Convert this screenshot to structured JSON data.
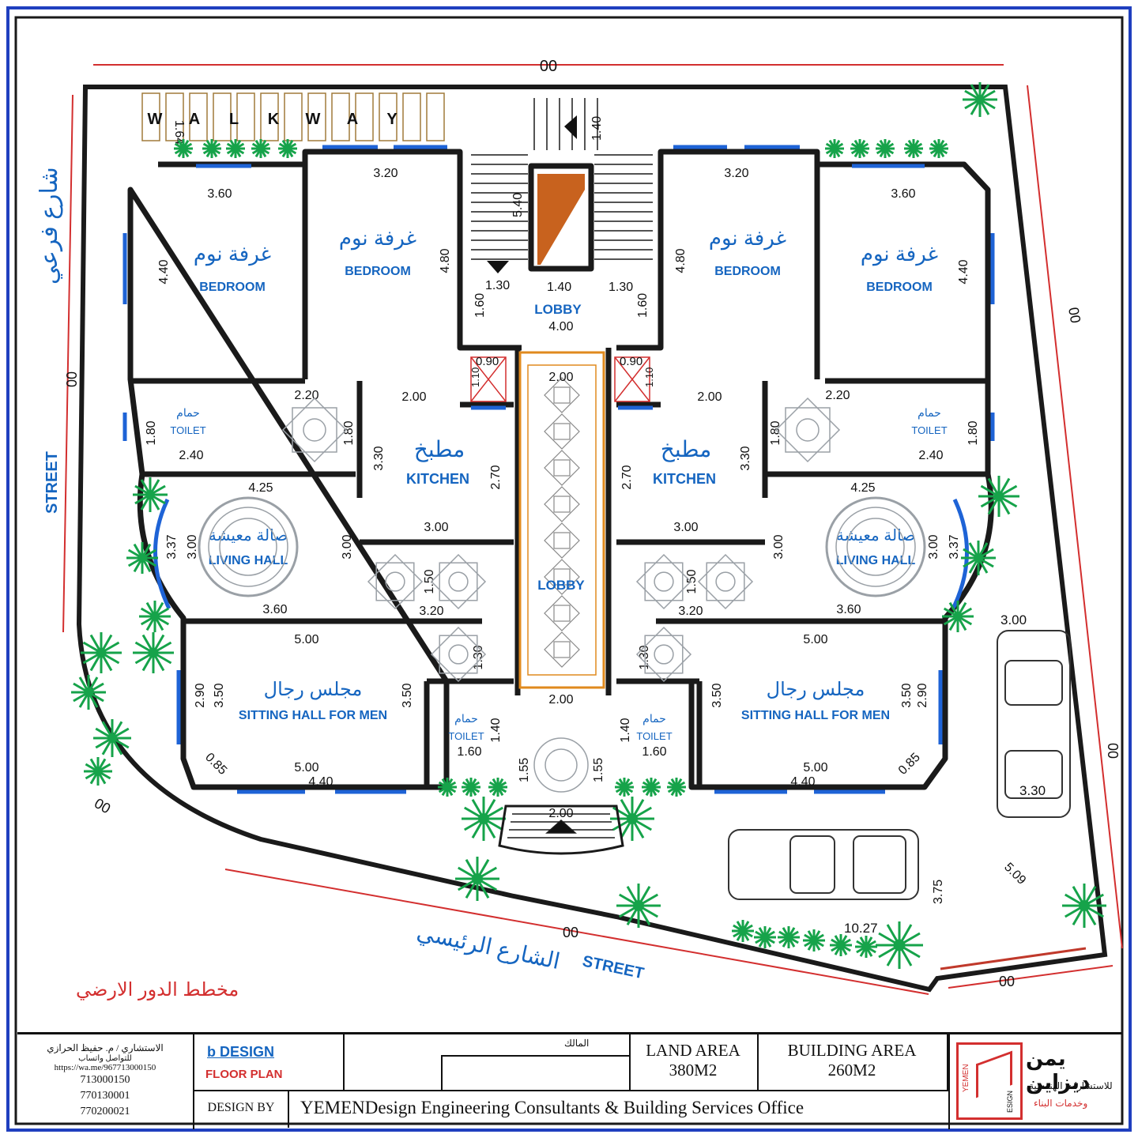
{
  "colors": {
    "frame": "#1f3fbf",
    "wall": "#1a1a1a",
    "text_blue": "#1565c0",
    "text_red": "#d32f2f",
    "tree": "#16a34a",
    "window": "#1e63d6",
    "stair_core": "#c8621e",
    "lobby_border": "#e08a1e",
    "dimension_red": "#d32f2f"
  },
  "plan": {
    "top_dimension": "00",
    "walkway_letters": [
      "W",
      "A",
      "L",
      "K",
      "W",
      "A",
      "Y"
    ],
    "walkway_width": "1.64",
    "stair_dims": [
      "1.40",
      "5.40",
      "1.30",
      "1.40",
      "1.30"
    ],
    "lobby_top": {
      "label": "LOBBY",
      "width": "4.00",
      "side_left": "1.60",
      "side_right": "1.60"
    },
    "lobby_center": {
      "label": "LOBBY",
      "top_width": "2.00",
      "bottom_width": "2.00"
    },
    "shafts": [
      {
        "w": "0.90",
        "h": "1.10"
      },
      {
        "w": "0.90",
        "h": "1.10"
      }
    ],
    "bedrooms": [
      {
        "ar": "غرفة نوم",
        "en": "BEDROOM",
        "w": "3.60",
        "h": "4.40"
      },
      {
        "ar": "غرفة نوم",
        "en": "BEDROOM",
        "w": "3.20",
        "h": "4.80"
      },
      {
        "ar": "غرفة نوم",
        "en": "BEDROOM",
        "w": "3.20",
        "h": "4.80"
      },
      {
        "ar": "غرفة نوم",
        "en": "BEDROOM",
        "w": "3.60",
        "h": "4.40"
      }
    ],
    "toilets_upper": [
      {
        "ar": "حمام",
        "en": "TOILET",
        "w": "2.40",
        "h": "1.80"
      },
      {
        "ar": "حمام",
        "en": "TOILET",
        "w": "2.40",
        "h": "1.80"
      }
    ],
    "corridor": {
      "w": "2.20",
      "h": "1.80"
    },
    "kitchens": [
      {
        "ar": "مطبخ",
        "en": "KITCHEN",
        "w_top": "2.00",
        "w_bottom": "3.00",
        "h_outer": "3.30",
        "h_inner": "2.70"
      },
      {
        "ar": "مطبخ",
        "en": "KITCHEN",
        "w_top": "2.00",
        "w_bottom": "3.00",
        "h_outer": "3.30",
        "h_inner": "2.70"
      }
    ],
    "living": [
      {
        "ar": "صالة معيشة",
        "en": "LIVING  HALL",
        "w_top": "4.25",
        "w_bottom": "3.60",
        "h": "3.00",
        "arc": "3.37"
      },
      {
        "ar": "صالة معيشة",
        "en": "LIVING  HALL",
        "w_top": "4.25",
        "w_bottom": "3.60",
        "h": "3.00",
        "arc": "3.37"
      }
    ],
    "entry_hall": {
      "w": "3.20",
      "h": "1.50",
      "h2": "1.30"
    },
    "sitting": [
      {
        "ar": "مجلس رجال",
        "en": "SITTING HALL FOR MEN",
        "w_top": "5.00",
        "w_mid": "5.00",
        "w_bottom": "4.40",
        "h_outer": "3.50",
        "h_win": "2.90",
        "chamfer": "0.85"
      },
      {
        "ar": "مجلس رجال",
        "en": "SITTING HALL FOR MEN",
        "w_top": "5.00",
        "w_mid": "5.00",
        "w_bottom": "4.40",
        "h_outer": "3.50",
        "h_win": "2.90",
        "chamfer": "0.85"
      }
    ],
    "toilets_lower": [
      {
        "ar": "حمام",
        "en": "TOILET",
        "w": "1.60",
        "h": "1.40"
      },
      {
        "ar": "حمام",
        "en": "TOILET",
        "w": "1.60",
        "h": "1.40"
      }
    ],
    "entrance": {
      "w": "2.00",
      "side": "1.55"
    },
    "parking": {
      "car1": [
        "3.00",
        "3.30"
      ],
      "car2": [
        "3.75",
        "10.27"
      ],
      "diag": "5.09"
    },
    "site_dims": {
      "right": "00",
      "right_lower": "00",
      "left": "00",
      "bottom": "00",
      "bottom_left": "00",
      "bottom_right": "00"
    },
    "street_side": {
      "ar": "شارع فرعي",
      "en": "STREET"
    },
    "street_main": {
      "ar": "الشارع الرئيسي",
      "en": "STREET"
    },
    "plan_title": "مخطط الدور الارضي"
  },
  "title_block": {
    "consultant_name": "الاستشاري / م. حفيظ الحرازي",
    "contact_label": "للتواصل واتساب",
    "contact_link": "https://wa.me/967713000150",
    "phones": [
      "713000150",
      "770130001",
      "770200021"
    ],
    "brand": "b DESIGN",
    "drawing": "FLOOR PLAN",
    "owner_label": "المالك",
    "land_area_label": "LAND AREA",
    "land_area_value": "380M2",
    "building_area_label": "BUILDING AREA",
    "building_area_value": "260M2",
    "design_by_label": "DESIGN BY",
    "office": "YEMENDesign Engineering Consultants & Building Services Office",
    "logo_ar1": "يمن ديزاين",
    "logo_ar2": "للاستشارات الهندسية",
    "logo_ar3": "وخدمات البناء",
    "logo_side": "YEMEN",
    "logo_side2": "ESIGN"
  }
}
